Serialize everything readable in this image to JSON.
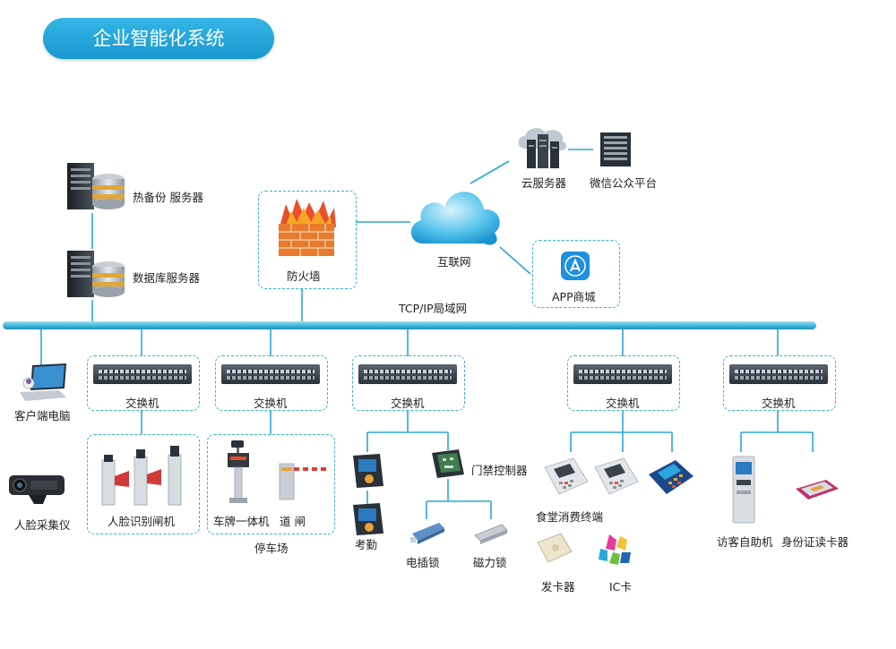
{
  "title": "企业智能化系统",
  "labels": {
    "hot_backup": "热备份 服务器",
    "db_server": "数据库服务器",
    "firewall": "防火墙",
    "internet": "互联网",
    "cloud_server": "云服务器",
    "wechat": "微信公众平台",
    "app_store": "APP商城",
    "lan": "TCP/IP局域网",
    "client_pc": "客户端电脑",
    "face_collector": "人脸采集仪",
    "switch": "交换机",
    "face_gate": "人脸识别闸机",
    "plate_cam": "车牌一体机",
    "barrier": "道 闸",
    "parking": "停车场",
    "attendance": "考勤",
    "door_ctrl": "门禁控制器",
    "elec_lock": "电插锁",
    "mag_lock": "磁力锁",
    "canteen": "食堂消费终端",
    "card_issuer": "发卡器",
    "ic_card": "IC卡",
    "visitor": "访客自助机",
    "id_reader": "身份证读卡器"
  },
  "colors": {
    "accent": "#2aa7d9",
    "dashed_border": "#32b3d6",
    "line": "#2aa7d9"
  }
}
